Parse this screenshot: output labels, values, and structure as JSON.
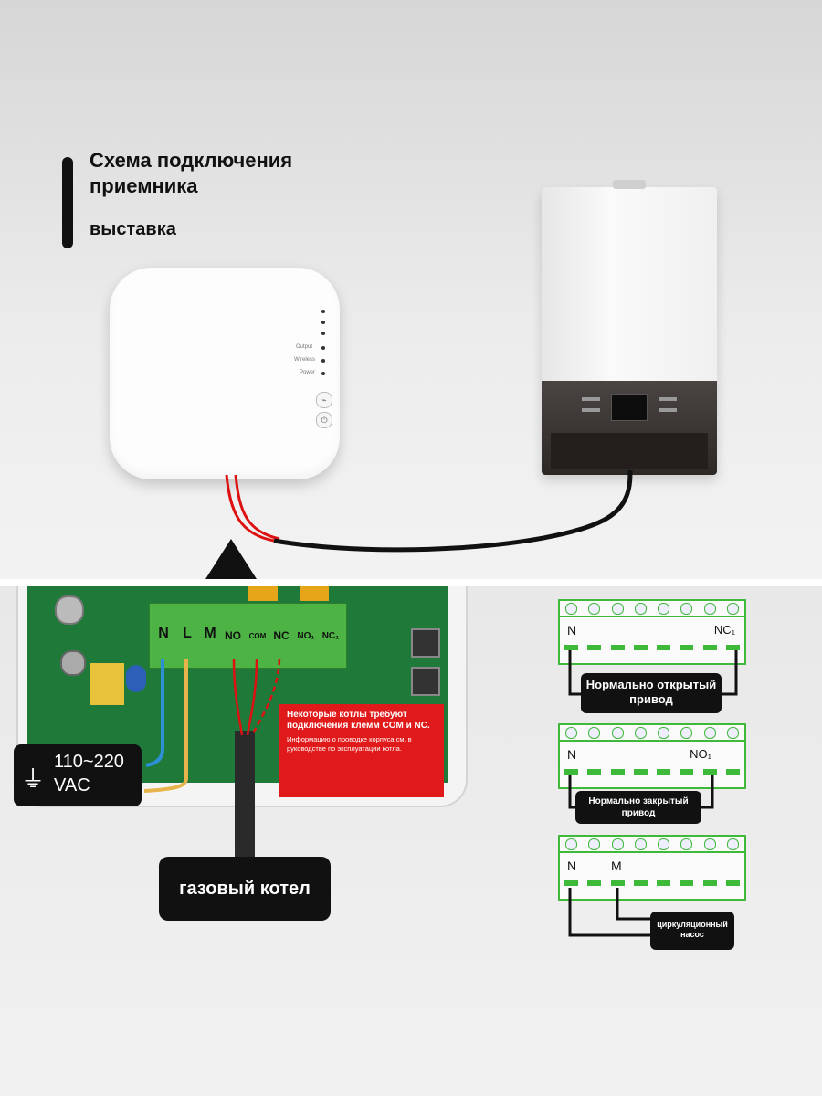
{
  "header": {
    "title_line1": "Схема подключения",
    "title_line2": "приемника",
    "subtitle": "выставка"
  },
  "hub": {
    "indicators": [
      "Output",
      "Wireless",
      "Power"
    ]
  },
  "terminal_block": {
    "labels": [
      "N",
      "L",
      "M",
      "NO",
      "COM",
      "NC",
      "NO₁",
      "NC₁"
    ]
  },
  "power_badge": {
    "voltage": "110~220",
    "unit": "VAC"
  },
  "warning_note": {
    "title": "Некоторые котлы требуют подключения клемм COM и NC.",
    "body": "Информацию о проводке корпуса см. в руководстве по эксплуатации котла."
  },
  "boiler_label": "газовый котел",
  "wiring_options": [
    {
      "left": "N",
      "right": "NC₁",
      "label": "Нормально открытый привод"
    },
    {
      "left": "N",
      "right": "NO₁",
      "label": "Нормально закрытый привод"
    },
    {
      "left": "N",
      "right": "M",
      "label": "циркуляционный насос"
    }
  ],
  "colors": {
    "terminal_green": "#4db344",
    "strip_green": "#3fb93a",
    "warning_red": "#e01a1a",
    "label_black": "#111111"
  }
}
